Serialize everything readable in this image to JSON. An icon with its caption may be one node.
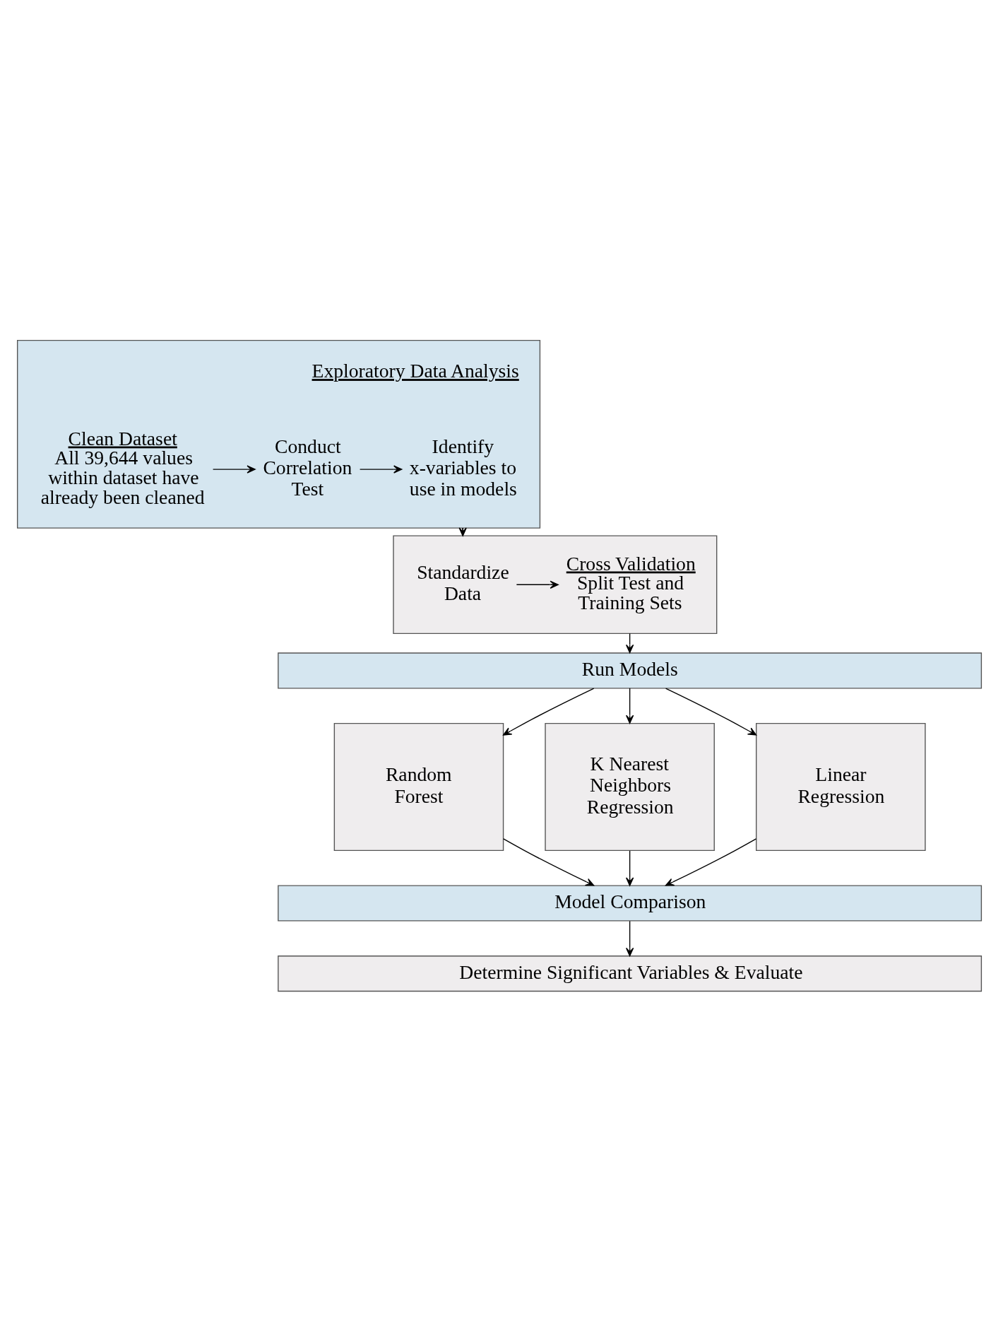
{
  "diagram": {
    "nodes": [
      {
        "text": [],
        "shape": "box"
      },
      {
        "text": [
          "Clean Dataset",
          "All 39,644 values within dataset have already been cleaned"
        ],
        "in": 0
      },
      {
        "text": [
          "Conduct Correlation Test"
        ],
        "in": 0
      },
      {
        "text": [
          "Identify x-variables to use in models"
        ],
        "in": 0
      },
      {
        "text": [],
        "shape": "box"
      },
      {
        "text": [
          "Standardize Data"
        ],
        "in": 4
      },
      {
        "text": [
          "Cross Validation",
          "Split Test and Training Sets"
        ],
        "in": 4
      },
      {
        "text": [
          "Run Models"
        ]
      },
      {
        "text": [
          "Random Forest"
        ]
      },
      {
        "text": [
          "K Nearest Neighbors Regression"
        ]
      },
      {
        "text": [
          "Linear Regression"
        ]
      },
      {
        "text": [
          "Model Comparison"
        ]
      },
      {
        "text": [
          "Determine Significant Variables & Evaluate"
        ]
      }
    ],
    "edges": [
      {
        "from": 1,
        "to": 2,
        "arrow": "to"
      },
      {
        "from": 2,
        "to": 3,
        "arrow": "to"
      },
      {
        "from": 0,
        "to": 4,
        "arrow": "to"
      },
      {
        "from": 5,
        "to": 6,
        "arrow": "to"
      },
      {
        "from": 4,
        "to": 7,
        "arrow": "to"
      },
      {
        "from": 7,
        "to": 8,
        "arrow": "to"
      },
      {
        "from": 7,
        "to": 9,
        "arrow": "to"
      },
      {
        "from": 7,
        "to": 10,
        "arrow": "to"
      },
      {
        "from": 8,
        "to": 11,
        "arrow": "to"
      },
      {
        "from": 9,
        "to": 11,
        "arrow": "to"
      },
      {
        "from": 10,
        "to": 11,
        "arrow": "to"
      },
      {
        "from": 11,
        "to": 12,
        "arrow": "to"
      }
    ],
    "labels": [
      "Exploratory Data Analysis"
    ]
  }
}
